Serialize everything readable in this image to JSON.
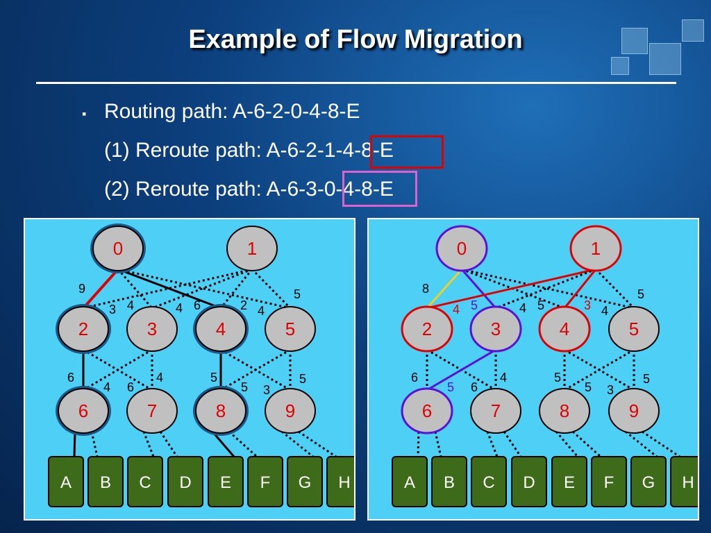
{
  "slide": {
    "title": "Example of Flow Migration",
    "lines": [
      "Routing path: A-6-2-0-4-8-E",
      "(1) Reroute path: A-6-2-1-4-8-E",
      "(2) Reroute path: A-6-3-0-4-8-E"
    ],
    "bullet_char": "▪",
    "colors": {
      "panel": "#4dcff6",
      "node_fill": "#c0c0c0",
      "leaf_fill": "#3d6b1a",
      "highlight_red": "#e00000",
      "highlight_magenta": "#e060d0",
      "route_red": "#e00000",
      "route_purple": "#5a10d8",
      "route_yellow": "#f0d020",
      "path_node_ring": "#1a5a8a"
    }
  },
  "diagrams": [
    {
      "nodes": [
        {
          "label": "0",
          "ring": "path"
        },
        {
          "label": "1",
          "ring": "none"
        },
        {
          "label": "2",
          "ring": "path"
        },
        {
          "label": "3",
          "ring": "none"
        },
        {
          "label": "4",
          "ring": "path"
        },
        {
          "label": "5",
          "ring": "none"
        },
        {
          "label": "6",
          "ring": "path"
        },
        {
          "label": "7",
          "ring": "none"
        },
        {
          "label": "8",
          "ring": "path"
        },
        {
          "label": "9",
          "ring": "none"
        }
      ],
      "leaves": [
        "A",
        "B",
        "C",
        "D",
        "E",
        "F",
        "G",
        "H"
      ],
      "edge_labels": [
        {
          "text": "9",
          "color": "black"
        },
        {
          "text": "3",
          "color": "black"
        },
        {
          "text": "4",
          "color": "black"
        },
        {
          "text": "4",
          "color": "black"
        },
        {
          "text": "6",
          "color": "black"
        },
        {
          "text": "2",
          "color": "black"
        },
        {
          "text": "4",
          "color": "black"
        },
        {
          "text": "5",
          "color": "black"
        },
        {
          "text": "6",
          "color": "black"
        },
        {
          "text": "4",
          "color": "black"
        },
        {
          "text": "6",
          "color": "black"
        },
        {
          "text": "4",
          "color": "black"
        },
        {
          "text": "5",
          "color": "black"
        },
        {
          "text": "5",
          "color": "black"
        },
        {
          "text": "3",
          "color": "black"
        },
        {
          "text": "5",
          "color": "black"
        }
      ]
    },
    {
      "nodes": [
        {
          "label": "0",
          "ring": "purple"
        },
        {
          "label": "1",
          "ring": "red"
        },
        {
          "label": "2",
          "ring": "red"
        },
        {
          "label": "3",
          "ring": "purple"
        },
        {
          "label": "4",
          "ring": "red"
        },
        {
          "label": "5",
          "ring": "none"
        },
        {
          "label": "6",
          "ring": "purple"
        },
        {
          "label": "7",
          "ring": "none"
        },
        {
          "label": "8",
          "ring": "none"
        },
        {
          "label": "9",
          "ring": "none"
        }
      ],
      "leaves": [
        "A",
        "B",
        "C",
        "D",
        "E",
        "F",
        "G",
        "H"
      ],
      "edge_labels": [
        {
          "text": "8",
          "color": "black"
        },
        {
          "text": "4",
          "color": "red"
        },
        {
          "text": "5",
          "color": "purple"
        },
        {
          "text": "4",
          "color": "black"
        },
        {
          "text": "5",
          "color": "black"
        },
        {
          "text": "3",
          "color": "red"
        },
        {
          "text": "4",
          "color": "black"
        },
        {
          "text": "5",
          "color": "black"
        },
        {
          "text": "6",
          "color": "black"
        },
        {
          "text": "5",
          "color": "purple"
        },
        {
          "text": "6",
          "color": "black"
        },
        {
          "text": "4",
          "color": "black"
        },
        {
          "text": "5",
          "color": "black"
        },
        {
          "text": "5",
          "color": "black"
        },
        {
          "text": "3",
          "color": "black"
        },
        {
          "text": "5",
          "color": "black"
        }
      ]
    }
  ]
}
